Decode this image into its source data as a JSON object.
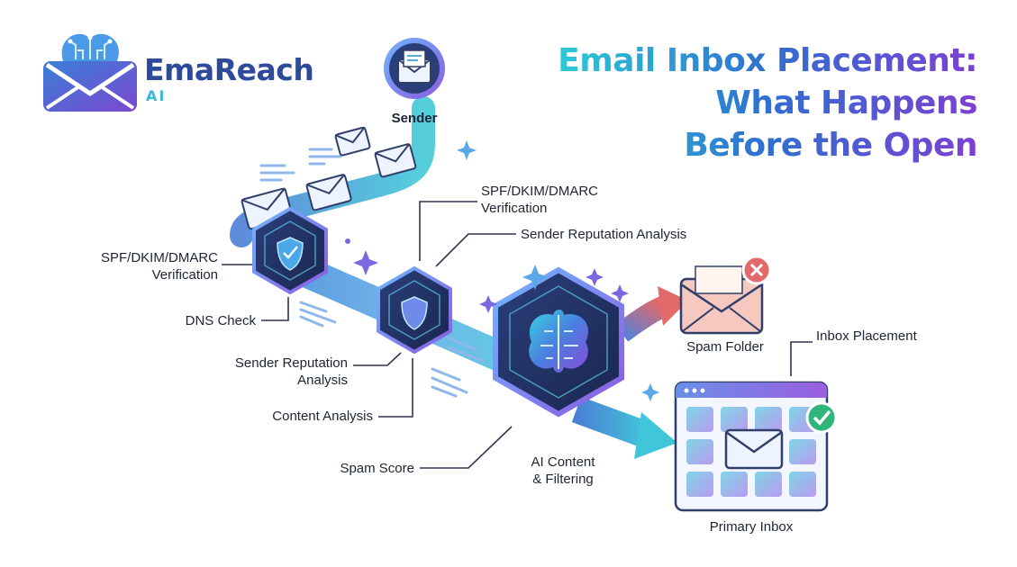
{
  "brand": {
    "name": "EmaReach",
    "sub": "AI"
  },
  "title": {
    "line1": "Email Inbox Placement:",
    "line2": "What Happens",
    "line3": "Before the Open"
  },
  "labels": {
    "sender": "Sender",
    "spf_left_1": "SPF/DKIM/DMARC",
    "spf_left_2": "Verification",
    "dns_check": "DNS Check",
    "rep_left_1": "Sender Reputation",
    "rep_left_2": "Analysis",
    "content_analysis": "Content Analysis",
    "spam_score": "Spam Score",
    "spf_top_1": "SPF/DKIM/DMARC",
    "spf_top_2": "Verification",
    "rep_top": "Sender Reputation Analysis",
    "ai_1": "AI Content",
    "ai_2": "& Filtering",
    "spam_folder": "Spam Folder",
    "inbox_placement": "Inbox Placement",
    "primary_inbox": "Primary Inbox"
  },
  "colors": {
    "teal": "#2ccad6",
    "blue": "#2f6fd0",
    "purple": "#7d3fd3",
    "navy": "#23355f",
    "spam_red": "#e26a6a",
    "check_green": "#2fb47c"
  }
}
